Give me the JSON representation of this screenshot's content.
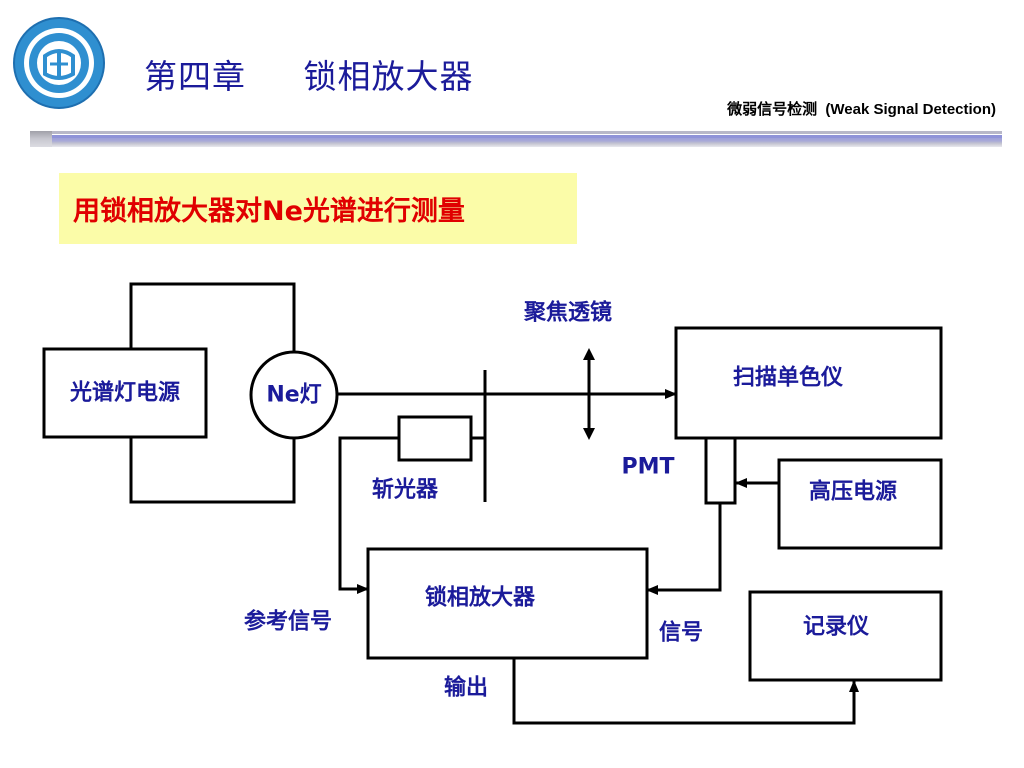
{
  "header": {
    "chapter_title": "第四章     锁相放大器",
    "course_title": "微弱信号检测  (Weak Signal Detection)"
  },
  "slide": {
    "heading": "用锁相放大器对Ne光谱进行测量"
  },
  "diagram": {
    "lamp_power": "光谱灯电源",
    "ne_lamp": "Ne灯",
    "focus_lens": "聚焦透镜",
    "monochromator": "扫描单色仪",
    "pmt": "PMT",
    "hv_power": "高压电源",
    "chopper": "斩光器",
    "lockin": "锁相放大器",
    "ref_signal": "参考信号",
    "signal": "信号",
    "recorder": "记录仪",
    "output": "输出"
  },
  "colors": {
    "title_blue": "#1b1b9a",
    "heading_red": "#e00000",
    "heading_bg": "#fbfca8",
    "logo_blue": "#2f8fd0"
  }
}
